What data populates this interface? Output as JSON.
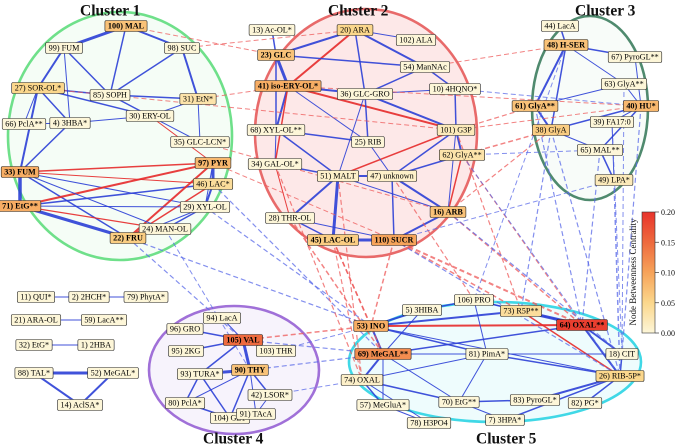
{
  "clusters": [
    {
      "id": "c1",
      "title": "Cluster 1",
      "stroke": "#6fe08a",
      "fill": "rgba(160,240,170,0.10)"
    },
    {
      "id": "c2",
      "title": "Cluster 2",
      "stroke": "#e86a6a",
      "fill": "rgba(245,150,150,0.22)"
    },
    {
      "id": "c3",
      "title": "Cluster 3",
      "stroke": "#4f8a6e",
      "fill": "rgba(190,225,200,0.10)"
    },
    {
      "id": "c4",
      "title": "Cluster 4",
      "stroke": "#a070d8",
      "fill": "rgba(200,170,235,0.14)"
    },
    {
      "id": "c5",
      "title": "Cluster 5",
      "stroke": "#40d8e6",
      "fill": "rgba(150,235,245,0.16)"
    }
  ],
  "nodes": [
    {
      "id": "n100",
      "label": "100) MAL",
      "c": 0.35,
      "bold": true
    },
    {
      "id": "n99",
      "label": "99) FUM",
      "c": 0.0
    },
    {
      "id": "n98",
      "label": "98) SUC",
      "c": 0.0
    },
    {
      "id": "n27",
      "label": "27) SOR-OL*",
      "c": 0.25
    },
    {
      "id": "n85",
      "label": "85) SOPH",
      "c": 0.0
    },
    {
      "id": "n31",
      "label": "31) EtN*",
      "c": 0.15
    },
    {
      "id": "n66",
      "label": "66) PclA**",
      "c": 0.0
    },
    {
      "id": "n4",
      "label": "4) 3HBA*",
      "c": 0.0
    },
    {
      "id": "n30",
      "label": "30) ERY-OL",
      "c": 0.0
    },
    {
      "id": "n35",
      "label": "35) GLC-LCN*",
      "c": 0.0
    },
    {
      "id": "n33",
      "label": "33) FUM",
      "c": 0.45,
      "bold": true
    },
    {
      "id": "n97",
      "label": "97) PYR",
      "c": 0.4,
      "bold": true
    },
    {
      "id": "n46",
      "label": "46) LAC*",
      "c": 0.2
    },
    {
      "id": "n29",
      "label": "29) XYL-OL",
      "c": 0.0
    },
    {
      "id": "n71",
      "label": "71) EtG**",
      "c": 0.45,
      "bold": true
    },
    {
      "id": "n24",
      "label": "24) MAN-OL",
      "c": 0.0
    },
    {
      "id": "n22",
      "label": "22) FRU",
      "c": 0.3,
      "bold": true
    },
    {
      "id": "n13",
      "label": "13) Ac-OL*",
      "c": 0.0
    },
    {
      "id": "n20",
      "label": "20) ARA",
      "c": 0.25
    },
    {
      "id": "n102",
      "label": "102) ALA",
      "c": 0.0
    },
    {
      "id": "n23",
      "label": "23) GLC",
      "c": 0.35,
      "bold": true
    },
    {
      "id": "n54",
      "label": "54) ManNAc",
      "c": 0.0
    },
    {
      "id": "n41",
      "label": "41) iso-ERY-OL*",
      "c": 0.45,
      "bold": true
    },
    {
      "id": "n10",
      "label": "10) 4HQNO*",
      "c": 0.0
    },
    {
      "id": "n36",
      "label": "36) GLC-GRO",
      "c": 0.0
    },
    {
      "id": "n68",
      "label": "68) XYL-OL**",
      "c": 0.0
    },
    {
      "id": "n101",
      "label": "101) G3P",
      "c": 0.1
    },
    {
      "id": "n25",
      "label": "25) RIB",
      "c": 0.0
    },
    {
      "id": "n62",
      "label": "62) GlyA**",
      "c": 0.15
    },
    {
      "id": "n34",
      "label": "34) GAL-OL*",
      "c": 0.0
    },
    {
      "id": "n51",
      "label": "51) MALT",
      "c": 0.05
    },
    {
      "id": "n47",
      "label": "47) unknown",
      "c": 0.05
    },
    {
      "id": "n28",
      "label": "28) THR-OL",
      "c": 0.0
    },
    {
      "id": "n16",
      "label": "16) ARB",
      "c": 0.35,
      "bold": true
    },
    {
      "id": "n45",
      "label": "45) LAC-OL",
      "c": 0.3,
      "bold": true
    },
    {
      "id": "n110",
      "label": "110) SUCR",
      "c": 0.5,
      "bold": true
    },
    {
      "id": "n44",
      "label": "44) LacA",
      "c": 0.0
    },
    {
      "id": "n48",
      "label": "48) H-SER",
      "c": 0.35,
      "bold": true
    },
    {
      "id": "n67",
      "label": "67) PyroGL**",
      "c": 0.0
    },
    {
      "id": "n63",
      "label": "63) GlyA**",
      "c": 0.0
    },
    {
      "id": "n61",
      "label": "61) GlyA**",
      "c": 0.35,
      "bold": true
    },
    {
      "id": "n40",
      "label": "40) HU*",
      "c": 0.4,
      "bold": true
    },
    {
      "id": "n38",
      "label": "38) GlyA",
      "c": 0.3
    },
    {
      "id": "n39",
      "label": "39) FA17:0",
      "c": 0.0
    },
    {
      "id": "n65",
      "label": "65) MAL**",
      "c": 0.0
    },
    {
      "id": "n49",
      "label": "49) LPA*",
      "c": 0.1
    },
    {
      "id": "n11",
      "label": "11) QUI*",
      "c": 0.0
    },
    {
      "id": "n2",
      "label": "2) 2HCH*",
      "c": 0.0
    },
    {
      "id": "n79",
      "label": "79) PhytA*",
      "c": 0.0
    },
    {
      "id": "n21",
      "label": "21) ARA-OL",
      "c": 0.0
    },
    {
      "id": "n59",
      "label": "59) LacA**",
      "c": 0.0
    },
    {
      "id": "n32",
      "label": "32) EtG*",
      "c": 0.0
    },
    {
      "id": "n1",
      "label": "1) 2HBA",
      "c": 0.0
    },
    {
      "id": "n88",
      "label": "88) TAL*",
      "c": 0.0
    },
    {
      "id": "n52",
      "label": "52) MeGAL*",
      "c": 0.0
    },
    {
      "id": "n14",
      "label": "14) AclSA*",
      "c": 0.0
    },
    {
      "id": "n94",
      "label": "94) LacA",
      "c": 0.0
    },
    {
      "id": "n96",
      "label": "96) GRO",
      "c": 0.0
    },
    {
      "id": "n105",
      "label": "105) VAL",
      "c": 0.75,
      "bold": true
    },
    {
      "id": "n95",
      "label": "95) 2KG",
      "c": 0.0
    },
    {
      "id": "n103",
      "label": "103) THR",
      "c": 0.0
    },
    {
      "id": "n93",
      "label": "93) TURA*",
      "c": 0.0
    },
    {
      "id": "n90",
      "label": "90) THY",
      "c": 0.35,
      "bold": true
    },
    {
      "id": "n42",
      "label": "42) LSOR*",
      "c": 0.0
    },
    {
      "id": "n80",
      "label": "80) PclA*",
      "c": 0.0
    },
    {
      "id": "n104",
      "label": "104) GLY",
      "c": 0.0
    },
    {
      "id": "n91",
      "label": "91) TAcA",
      "c": 0.0
    },
    {
      "id": "n5",
      "label": "5) 3HIBA",
      "c": 0.0
    },
    {
      "id": "n106",
      "label": "106) PRO",
      "c": 0.0
    },
    {
      "id": "n73",
      "label": "73) R5P**",
      "c": 0.2
    },
    {
      "id": "n53",
      "label": "53) INO",
      "c": 0.45,
      "bold": true
    },
    {
      "id": "n64",
      "label": "64) OXAL**",
      "c": 0.95,
      "bold": true
    },
    {
      "id": "n69",
      "label": "69) MeGAL**",
      "c": 0.6,
      "bold": true
    },
    {
      "id": "n18",
      "label": "18) CIT",
      "c": 0.0
    },
    {
      "id": "n81",
      "label": "81) PimA*",
      "c": 0.0
    },
    {
      "id": "n74",
      "label": "74) OXAL",
      "c": 0.05
    },
    {
      "id": "n26",
      "label": "26) RIB-5P*",
      "c": 0.25
    },
    {
      "id": "n57",
      "label": "57) MeGluA*",
      "c": 0.0
    },
    {
      "id": "n70",
      "label": "70) EtG**",
      "c": 0.0
    },
    {
      "id": "n83",
      "label": "83) PyroGL*",
      "c": 0.0
    },
    {
      "id": "n82",
      "label": "82) PG*",
      "c": 0.0
    },
    {
      "id": "n78",
      "label": "78) H3PO4",
      "c": 0.0
    },
    {
      "id": "n7",
      "label": "7) 3HPA*",
      "c": 0.0
    }
  ],
  "edges": [
    [
      "n99",
      "n100",
      "b",
      3
    ],
    [
      "n100",
      "n98",
      "b",
      2
    ],
    [
      "n99",
      "n27",
      "b",
      2
    ],
    [
      "n99",
      "n85",
      "b",
      1.5
    ],
    [
      "n100",
      "n85",
      "b",
      1.5
    ],
    [
      "n98",
      "n85",
      "b",
      1.5
    ],
    [
      "n98",
      "n31",
      "b",
      2
    ],
    [
      "n27",
      "n85",
      "b",
      1.5
    ],
    [
      "n27",
      "n4",
      "b",
      1.5
    ],
    [
      "n27",
      "n30",
      "b",
      1.5
    ],
    [
      "n27",
      "n33",
      "b",
      2
    ],
    [
      "n85",
      "n31",
      "b",
      1.5
    ],
    [
      "n85",
      "n30",
      "b",
      1.5
    ],
    [
      "n30",
      "n31",
      "b",
      1
    ],
    [
      "n30",
      "n35",
      "b",
      1
    ],
    [
      "n31",
      "n35",
      "b",
      1
    ],
    [
      "n4",
      "n33",
      "b",
      1.5
    ],
    [
      "n33",
      "n71",
      "b",
      3.5
    ],
    [
      "n33",
      "n22",
      "b",
      1.5
    ],
    [
      "n33",
      "n97",
      "r",
      1.5
    ],
    [
      "n33",
      "n46",
      "r",
      1
    ],
    [
      "n33",
      "n29",
      "b",
      1
    ],
    [
      "n71",
      "n22",
      "b",
      3
    ],
    [
      "n71",
      "n97",
      "r",
      2
    ],
    [
      "n71",
      "n46",
      "b",
      1.5
    ],
    [
      "n22",
      "n97",
      "r",
      2
    ],
    [
      "n22",
      "n46",
      "r",
      1.5
    ],
    [
      "n22",
      "n24",
      "b",
      1.5
    ],
    [
      "n97",
      "n46",
      "b",
      3
    ],
    [
      "n46",
      "n29",
      "b",
      2
    ],
    [
      "n29",
      "n24",
      "b",
      1.5
    ],
    [
      "n97",
      "n29",
      "b",
      1
    ],
    [
      "n4",
      "n30",
      "b",
      1
    ],
    [
      "n66",
      "n4",
      "b",
      1
    ],
    [
      "n27",
      "n66",
      "b",
      1
    ],
    [
      "n71",
      "n24",
      "r",
      1.2
    ],
    [
      "n33",
      "n24",
      "b",
      1
    ],
    [
      "n22",
      "n29",
      "b",
      1
    ],
    [
      "n97",
      "n30",
      "r",
      1
    ],
    [
      "n71",
      "n29",
      "b",
      1
    ],
    [
      "n99",
      "n4",
      "b",
      1
    ],
    [
      "n13",
      "n23",
      "b",
      1.5
    ],
    [
      "n20",
      "n23",
      "b",
      2
    ],
    [
      "n20",
      "n54",
      "b",
      2
    ],
    [
      "n20",
      "n41",
      "r",
      2
    ],
    [
      "n20",
      "n36",
      "b",
      1.5
    ],
    [
      "n20",
      "n102",
      "b",
      1
    ],
    [
      "n23",
      "n54",
      "b",
      1.5
    ],
    [
      "n23",
      "n41",
      "b",
      3
    ],
    [
      "n41",
      "n36",
      "b",
      2
    ],
    [
      "n41",
      "n68",
      "b",
      2
    ],
    [
      "n41",
      "n101",
      "r",
      2
    ],
    [
      "n54",
      "n36",
      "b",
      1.5
    ],
    [
      "n54",
      "n10",
      "b",
      1.5
    ],
    [
      "n36",
      "n101",
      "b",
      2
    ],
    [
      "n36",
      "n25",
      "b",
      1.5
    ],
    [
      "n36",
      "n51",
      "b",
      1
    ],
    [
      "n10",
      "n101",
      "b",
      1.5
    ],
    [
      "n68",
      "n51",
      "b",
      1.5
    ],
    [
      "n68",
      "n25",
      "b",
      1.5
    ],
    [
      "n101",
      "n62",
      "b",
      2
    ],
    [
      "n101",
      "n47",
      "b",
      1.5
    ],
    [
      "n101",
      "n51",
      "r",
      1.5
    ],
    [
      "n62",
      "n47",
      "b",
      1.5
    ],
    [
      "n34",
      "n51",
      "b",
      1.5
    ],
    [
      "n51",
      "n47",
      "b",
      2
    ],
    [
      "n51",
      "n28",
      "b",
      2
    ],
    [
      "n51",
      "n45",
      "b",
      3
    ],
    [
      "n47",
      "n16",
      "b",
      2
    ],
    [
      "n47",
      "n110",
      "b",
      1.5
    ],
    [
      "n28",
      "n45",
      "b",
      1.5
    ],
    [
      "n45",
      "n110",
      "b",
      3
    ],
    [
      "n16",
      "n110",
      "b",
      2
    ],
    [
      "n25",
      "n47",
      "b",
      1
    ],
    [
      "n34",
      "n28",
      "r",
      1
    ],
    [
      "n62",
      "n16",
      "r",
      1.5
    ],
    [
      "n68",
      "n34",
      "b",
      1
    ],
    [
      "n23",
      "n68",
      "b",
      1.5
    ],
    [
      "n41",
      "n34",
      "r",
      1.5
    ],
    [
      "n41",
      "n25",
      "b",
      1
    ],
    [
      "n36",
      "n10",
      "b",
      1
    ],
    [
      "n51",
      "n16",
      "b",
      1
    ],
    [
      "n101",
      "n16",
      "b",
      1
    ],
    [
      "n28",
      "n110",
      "b",
      1
    ],
    [
      "n44",
      "n48",
      "b",
      1.5
    ],
    [
      "n48",
      "n67",
      "b",
      1.5
    ],
    [
      "n48",
      "n61",
      "b",
      2
    ],
    [
      "n48",
      "n63",
      "b",
      1
    ],
    [
      "n48",
      "n38",
      "b",
      1.5
    ],
    [
      "n61",
      "n38",
      "b",
      2
    ],
    [
      "n61",
      "n63",
      "b",
      1
    ],
    [
      "n63",
      "n40",
      "b",
      1
    ],
    [
      "n40",
      "n38",
      "b",
      1.5
    ],
    [
      "n40",
      "n39",
      "b",
      1
    ],
    [
      "n40",
      "n65",
      "b",
      1.5
    ],
    [
      "n65",
      "n49",
      "b",
      1.5
    ],
    [
      "n39",
      "n49",
      "b",
      1
    ],
    [
      "n38",
      "n65",
      "b",
      1
    ],
    [
      "n67",
      "n40",
      "b",
      1
    ],
    [
      "n11",
      "n2",
      "b",
      1
    ],
    [
      "n2",
      "n79",
      "b",
      1
    ],
    [
      "n21",
      "n59",
      "b",
      1
    ],
    [
      "n32",
      "n1",
      "b",
      1
    ],
    [
      "n88",
      "n52",
      "b",
      3
    ],
    [
      "n88",
      "n14",
      "b",
      2
    ],
    [
      "n52",
      "n14",
      "b",
      2
    ],
    [
      "n96",
      "n105",
      "b",
      1.5
    ],
    [
      "n94",
      "n105",
      "b",
      1
    ],
    [
      "n95",
      "n105",
      "b",
      1.5
    ],
    [
      "n105",
      "n103",
      "b",
      1.5
    ],
    [
      "n105",
      "n90",
      "b",
      3
    ],
    [
      "n93",
      "n90",
      "b",
      3
    ],
    [
      "n90",
      "n42",
      "b",
      1.5
    ],
    [
      "n93",
      "n80",
      "b",
      1.5
    ],
    [
      "n93",
      "n104",
      "b",
      1.5
    ],
    [
      "n104",
      "n90",
      "b",
      1.5
    ],
    [
      "n80",
      "n104",
      "b",
      1.5
    ],
    [
      "n104",
      "n91",
      "b",
      1
    ],
    [
      "n90",
      "n91",
      "b",
      1
    ],
    [
      "n105",
      "n93",
      "b",
      1.5
    ],
    [
      "n42",
      "n91",
      "b",
      1
    ],
    [
      "n80",
      "n90",
      "b",
      1
    ],
    [
      "n5",
      "n106",
      "b",
      1.5
    ],
    [
      "n5",
      "n53",
      "b",
      2
    ],
    [
      "n53",
      "n73",
      "b",
      2
    ],
    [
      "n106",
      "n73",
      "b",
      1.5
    ],
    [
      "n73",
      "n64",
      "b",
      3
    ],
    [
      "n64",
      "n18",
      "b",
      2
    ],
    [
      "n64",
      "n26",
      "b",
      2
    ],
    [
      "n53",
      "n69",
      "b",
      2
    ],
    [
      "n69",
      "n74",
      "b",
      2
    ],
    [
      "n53",
      "n81",
      "b",
      1.5
    ],
    [
      "n81",
      "n26",
      "b",
      1.5
    ],
    [
      "n18",
      "n26",
      "b",
      1.5
    ],
    [
      "n74",
      "n57",
      "b",
      1.5
    ],
    [
      "n74",
      "n70",
      "b",
      1.5
    ],
    [
      "n70",
      "n83",
      "b",
      1.5
    ],
    [
      "n83",
      "n26",
      "b",
      2
    ],
    [
      "n82",
      "n26",
      "b",
      1.5
    ],
    [
      "n74",
      "n78",
      "b",
      1
    ],
    [
      "n7",
      "n26",
      "b",
      1.5
    ],
    [
      "n53",
      "n64",
      "r",
      2
    ],
    [
      "n69",
      "n64",
      "b",
      1.5
    ],
    [
      "n106",
      "n81",
      "b",
      1
    ],
    [
      "n69",
      "n70",
      "b",
      1
    ],
    [
      "n81",
      "n70",
      "b",
      1
    ],
    [
      "n5",
      "n69",
      "b",
      1
    ],
    [
      "n73",
      "n26",
      "r",
      1.5
    ],
    [
      "n53",
      "n26",
      "b",
      1
    ],
    [
      "n69",
      "n18",
      "b",
      1
    ],
    [
      "n74",
      "n81",
      "b",
      1
    ],
    [
      "n106",
      "n64",
      "b",
      1
    ],
    [
      "n57",
      "n78",
      "b",
      1
    ],
    [
      "n70",
      "n7",
      "b",
      1
    ],
    [
      "n69",
      "n57",
      "b",
      1
    ],
    [
      "n22",
      "n53",
      "bd",
      1.2
    ],
    [
      "n22",
      "n105",
      "bd",
      1.2
    ],
    [
      "n46",
      "n69",
      "bd",
      1.2
    ],
    [
      "n29",
      "n53",
      "bd",
      1.2
    ],
    [
      "n24",
      "n90",
      "bd",
      1
    ],
    [
      "n97",
      "n110",
      "rd",
      1
    ],
    [
      "n31",
      "n41",
      "rd",
      1
    ],
    [
      "n100",
      "n23",
      "rd",
      1
    ],
    [
      "n98",
      "n20",
      "rd",
      1
    ],
    [
      "n27",
      "n101",
      "rd",
      1
    ],
    [
      "n35",
      "n16",
      "rd",
      1
    ],
    [
      "n110",
      "n64",
      "rd",
      2
    ],
    [
      "n110",
      "n73",
      "rd",
      1.5
    ],
    [
      "n16",
      "n64",
      "rd",
      1.5
    ],
    [
      "n45",
      "n53",
      "rd",
      1.5
    ],
    [
      "n45",
      "n69",
      "rd",
      1.5
    ],
    [
      "n110",
      "n53",
      "rd",
      1.5
    ],
    [
      "n28",
      "n69",
      "rd",
      1.5
    ],
    [
      "n51",
      "n74",
      "rd",
      1.2
    ],
    [
      "n101",
      "n73",
      "rd",
      1.2
    ],
    [
      "n62",
      "n64",
      "rd",
      1.2
    ],
    [
      "n47",
      "n106",
      "rd",
      1.2
    ],
    [
      "n34",
      "n74",
      "rd",
      1.2
    ],
    [
      "n16",
      "n18",
      "bd",
      1.2
    ],
    [
      "n110",
      "n26",
      "bd",
      1.2
    ],
    [
      "n45",
      "n74",
      "rd",
      1.2
    ],
    [
      "n62",
      "n26",
      "bd",
      1
    ],
    [
      "n41",
      "n40",
      "rd",
      1
    ],
    [
      "n54",
      "n48",
      "rd",
      1
    ],
    [
      "n101",
      "n61",
      "rd",
      1.2
    ],
    [
      "n62",
      "n38",
      "rd",
      1.5
    ],
    [
      "n16",
      "n38",
      "rd",
      1.2
    ],
    [
      "n110",
      "n49",
      "bd",
      1
    ],
    [
      "n10",
      "n40",
      "bd",
      1
    ],
    [
      "n101",
      "n40",
      "rd",
      1
    ],
    [
      "n62",
      "n65",
      "bd",
      1
    ],
    [
      "n61",
      "n64",
      "bd",
      1.2
    ],
    [
      "n38",
      "n26",
      "bd",
      1.2
    ],
    [
      "n40",
      "n18",
      "bd",
      1.2
    ],
    [
      "n49",
      "n26",
      "bd",
      1.5
    ],
    [
      "n65",
      "n64",
      "bd",
      1.2
    ],
    [
      "n38",
      "n73",
      "bd",
      1.2
    ],
    [
      "n63",
      "n18",
      "bd",
      1
    ],
    [
      "n39",
      "n18",
      "bd",
      1
    ],
    [
      "n48",
      "n106",
      "bd",
      1
    ],
    [
      "n105",
      "n53",
      "rd",
      1.5
    ],
    [
      "n90",
      "n69",
      "bd",
      1.2
    ],
    [
      "n105",
      "n69",
      "bd",
      1.2
    ],
    [
      "n103",
      "n53",
      "bd",
      1
    ],
    [
      "n42",
      "n74",
      "bd",
      1
    ]
  ],
  "colorbar": {
    "title": "Node Betweenness Centrality",
    "ticks": [
      "0.00",
      "0.05",
      "0.10",
      "0.15",
      "0.20"
    ],
    "stops": [
      "#fdf6d8",
      "#fbd78c",
      "#f6a35a",
      "#ee6a3e",
      "#e8332b"
    ]
  },
  "edge_colors": {
    "blue": "#2b3fd6",
    "red": "#e52a2a",
    "blue_dashed": "#5a6ae8",
    "red_dashed": "#ee5a5a"
  }
}
